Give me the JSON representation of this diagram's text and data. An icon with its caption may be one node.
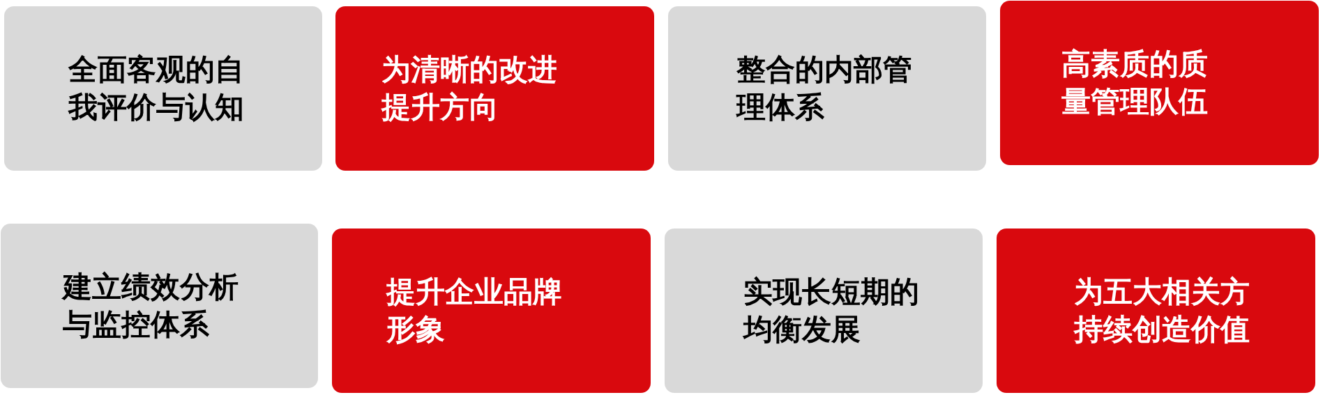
{
  "diagram": {
    "nodes": [
      {
        "text": [
          "全面客观的自我评价与认知"
        ]
      },
      {
        "text": [
          "为清晰的改进提升方向"
        ]
      },
      {
        "text": [
          "整合的内部管理体系"
        ]
      },
      {
        "text": [
          "高素质的质量管理队伍"
        ]
      },
      {
        "text": [
          "建立绩效分析与监控体系"
        ]
      },
      {
        "text": [
          "提升企业品牌形象"
        ]
      },
      {
        "text": [
          "实现长短期的均衡发展"
        ]
      },
      {
        "text": [
          "为五大相关方持续创造价值"
        ]
      }
    ]
  }
}
